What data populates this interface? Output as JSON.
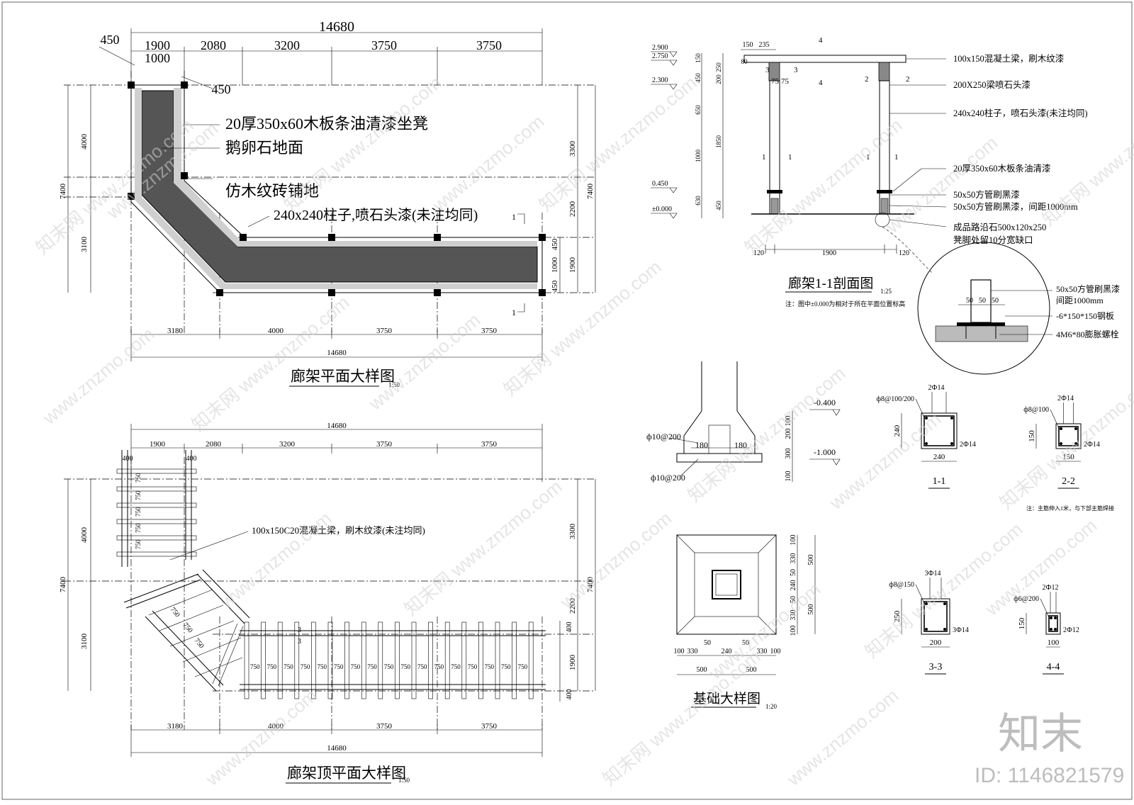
{
  "plan": {
    "title": "廊架平面大样图",
    "scale": "1:50",
    "dims_top": [
      "1900",
      "2080",
      "3200",
      "3750",
      "3750"
    ],
    "dims_bottom": [
      "3180",
      "4000",
      "3750",
      "3750"
    ],
    "total": "14680",
    "left_total": "7400",
    "left_a": "4000",
    "left_b": "3100",
    "right_a": "3300",
    "right_b": "2200",
    "right_c": "1900",
    "right_small": [
      "450",
      "1000",
      "450"
    ],
    "d450a": "450",
    "d1000": "1000",
    "d450b": "450",
    "note1": "20厚350x60木板条油清漆坐凳",
    "note2": "鹅卵石地面",
    "note3": "仿木纹砖铺地",
    "note4": "240x240柱子,喷石头漆(未注均同)",
    "sec_mark": "1"
  },
  "roof": {
    "title": "廊架顶平面大样图",
    "scale": "1:50",
    "dims_top": [
      "1900",
      "2080",
      "3200",
      "3750",
      "3750"
    ],
    "dims_bottom": [
      "3180",
      "4000",
      "3750",
      "3750"
    ],
    "total": "14680",
    "left_total": "7400",
    "left_a": "4000",
    "left_b": "3100",
    "right_a": "3300",
    "right_b": "2200",
    "right_c": "1900",
    "overhang": "400",
    "spacing": "750",
    "mark3": "3",
    "note": "100x150C20混凝土梁，刷木纹漆(未注均同)"
  },
  "section": {
    "title": "廊架1-1剖面图",
    "scale": "1:25",
    "footnote": "注：图中±0.000为相对于所在平面位置标高",
    "levels": [
      "2.900",
      "2.750",
      "2.300",
      "0.450",
      "±0.000"
    ],
    "dims_v": [
      "150",
      "450",
      "200",
      "250",
      "650",
      "1000",
      "630",
      "450"
    ],
    "dims_v2": [
      "80",
      "1850"
    ],
    "dims_top": [
      "150",
      "235"
    ],
    "dims_bottom": [
      "120",
      "1900",
      "120"
    ],
    "marks": [
      "75",
      "75",
      "3",
      "3",
      "2",
      "2",
      "1",
      "1",
      "4"
    ],
    "callouts": [
      "100x150混凝土梁，刷木纹漆",
      "200X250梁喷石头漆",
      "240x240柱子，喷石头漆(未注均同)",
      "20厚350x60木板条油清漆",
      "50x50方管刷黑漆",
      "50x50方管刷黑漆，间距1000mm",
      "成品路沿石500x120x250",
      "凳脚处留10分宽缺口"
    ],
    "detail": {
      "dims": [
        "50",
        "50",
        "50"
      ],
      "notes": [
        "50x50方管刷黑漆",
        "间距1000mm",
        "-6*150*150钢板",
        "4M6*80膨胀螺栓"
      ]
    }
  },
  "foundation": {
    "title": "基础大样图",
    "scale": "1:20",
    "rebar": [
      "ф10@200",
      "ф10@200"
    ],
    "dims": [
      "180",
      "180"
    ],
    "levels": [
      "-0.400",
      "-1.000"
    ],
    "dims_v": [
      "100",
      "200",
      "300",
      "100"
    ],
    "plan_v": [
      "100",
      "330",
      "50",
      "240",
      "50",
      "330",
      "100"
    ],
    "plan_v_big": [
      "500",
      "500"
    ],
    "plan_h": [
      "100",
      "330",
      "240",
      "330",
      "100",
      "50",
      "50"
    ],
    "plan_h_big": [
      "500",
      "500"
    ]
  },
  "sections": [
    {
      "label": "1-1",
      "w": "240",
      "h": "240",
      "top": "2Ф14",
      "stir": "ф8@100/200",
      "bot": "2Ф14"
    },
    {
      "label": "2-2",
      "w": "150",
      "h": "150",
      "top": "2Ф14",
      "stir": "ф8@100",
      "bot": "2Ф14"
    },
    {
      "label": "3-3",
      "w": "200",
      "h": "250",
      "top": "3Ф14",
      "stir": "ф8@150",
      "bot": "3Ф14"
    },
    {
      "label": "4-4",
      "w": "100",
      "h": "150",
      "top": "2Ф12",
      "stir": "ф6@200",
      "bot": "2Ф12"
    }
  ],
  "sections_note": "注：主筋伸入1米，与下部主筋焊接",
  "watermark": "znzmo.com",
  "watermark_cn": "知末网",
  "brand": "知末",
  "brand_id": "ID: 1146821579"
}
